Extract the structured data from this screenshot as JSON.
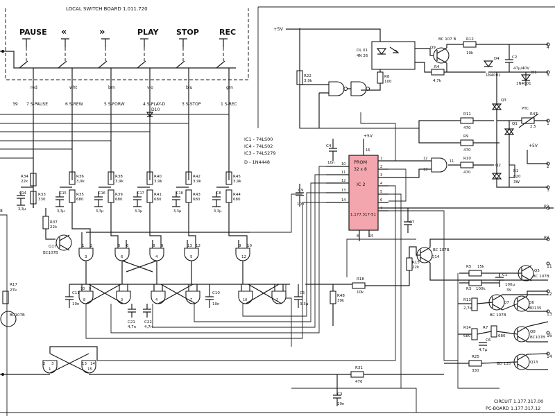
{
  "switch_board": {
    "title": "LOCAL SWITCH BOARD 1.011.720",
    "buttons": [
      "PAUSE",
      "«",
      "»",
      "PLAY",
      "STOP",
      "REC"
    ],
    "wire_colors": [
      "red",
      "wht",
      "brn",
      "vio",
      "blu",
      "grn"
    ],
    "signals": [
      "7 S-PAUSE",
      "6 S-REW",
      "5 S-FORW",
      "4 S-PLAY-D",
      "3 S-STOP",
      "1 S-REC"
    ],
    "pin_39": "39"
  },
  "supply": {
    "plus5v_top": "+5V",
    "plus5v_prom": "+5V",
    "plus5v_right": "+5V"
  },
  "prom": {
    "title": "PROM",
    "size": "32 x 8",
    "ic": "IC 2",
    "part": "1.177.317-51",
    "pins_left": [
      "10",
      "11",
      "12",
      "13",
      "14"
    ],
    "pins_right": [
      "1",
      "2",
      "3",
      "4",
      "5",
      "6",
      "7"
    ],
    "pin_bottom": [
      "8",
      "15"
    ],
    "pin_top": "16"
  },
  "ic_notes": [
    "IC1 - 74LS00",
    "IC4 - 74LS02",
    "IC3 - 74LS279",
    "D - 1N4448"
  ],
  "components": {
    "dl01": [
      "DL 01",
      "4N 26"
    ],
    "q9": [
      "Q9",
      "BC 107 B"
    ],
    "r12": [
      "R12",
      "10k"
    ],
    "r4": [
      "R4",
      "4,7k"
    ],
    "d4": "D4",
    "d2": "1N4001",
    "c2": [
      "C2",
      "47µ/40V"
    ],
    "d1": [
      "D1",
      "1N4001"
    ],
    "r22": [
      "R22",
      "3,9k"
    ],
    "r8": [
      "R8",
      "100"
    ],
    "r11": [
      "R11",
      "470"
    ],
    "r9": [
      "R9",
      "470"
    ],
    "r10": [
      "R10",
      "470"
    ],
    "ptc": [
      "PTC",
      "R47",
      "2,5"
    ],
    "q3": "Q3",
    "q1": "Q1",
    "q2": "Q2",
    "r1": [
      "R1",
      "820",
      "3W"
    ],
    "c4": [
      "C4",
      "10n"
    ],
    "c9": [
      "C9",
      "10n"
    ],
    "c7": "C7",
    "r34": [
      "R34",
      "22k"
    ],
    "r33": [
      "R33",
      "330"
    ],
    "r36": [
      "R36",
      "3,9k"
    ],
    "r35": [
      "R35",
      "680"
    ],
    "r38": [
      "R38",
      "3,9k"
    ],
    "r39": [
      "R39",
      "680"
    ],
    "r40": [
      "R40",
      "3,9k"
    ],
    "r41": [
      "R41",
      "680"
    ],
    "r42": [
      "R42",
      "3,9k"
    ],
    "r43": [
      "R43",
      "680"
    ],
    "r45": [
      "R45",
      "3,9k"
    ],
    "r44": [
      "R44",
      "680"
    ],
    "c14": [
      "C14",
      "3,3µ"
    ],
    "c15": [
      "C15",
      "3,3µ"
    ],
    "c16": [
      "C16",
      "3,3µ"
    ],
    "c17": [
      "C17",
      "3,3µ"
    ],
    "c18": [
      "C18",
      "3,3µ"
    ],
    "c8": [
      "C8",
      "3,3µ"
    ],
    "r37": [
      "R37",
      "22k"
    ],
    "q17": [
      "Q17",
      "BC107B"
    ],
    "d10": "D10",
    "c11": [
      "C11",
      "10n"
    ],
    "c10": [
      "C10",
      "10n"
    ],
    "c21": [
      "C21",
      "4,7n"
    ],
    "c22": [
      "C22",
      "4,7n"
    ],
    "c5": [
      "C5",
      "3,3µ"
    ],
    "r18": [
      "R18",
      "10k"
    ],
    "r48": [
      "R48",
      "39k"
    ],
    "q14": [
      "Q14",
      "BC 107B"
    ],
    "r15": [
      "R15",
      "22k"
    ],
    "r5": [
      "R5",
      "15k"
    ],
    "r3": [
      "R3",
      "100k"
    ],
    "c1": [
      "C1",
      "100µ",
      "3V"
    ],
    "q5": [
      "Q5",
      "BC 107B"
    ],
    "r13": [
      "R13",
      "2,7k"
    ],
    "q7": [
      "Q7",
      "BC 107B"
    ],
    "q6": [
      "Q6",
      "BD135"
    ],
    "r14": [
      "R14",
      "680"
    ],
    "r7": [
      "R7",
      "680"
    ],
    "c6": [
      "C6",
      "4,7µ"
    ],
    "q8": [
      "Q8",
      "BC107B"
    ],
    "r25": [
      "R25",
      "330"
    ],
    "q13": [
      "Q13",
      "BD 135"
    ],
    "r17": [
      "R17",
      "27k"
    ],
    "q10": "BC107B",
    "r31": [
      "R31",
      "470"
    ],
    "c3": [
      "C3",
      "10n"
    ]
  },
  "gate_pins": {
    "top_row": [
      "1",
      "2",
      "3",
      "5",
      "6",
      "4",
      "8",
      "9",
      "10",
      "13",
      "12",
      "11",
      "9",
      "8",
      "10"
    ],
    "ff_row": [
      "10",
      "9",
      "8",
      "1",
      "3",
      "2",
      "5",
      "6",
      "4",
      "7",
      "12",
      "11",
      "10",
      "1",
      "3",
      "2"
    ],
    "bottom": [
      "2",
      "3",
      "1",
      "14",
      "13",
      "15",
      "11",
      "12"
    ],
    "top_gates": [
      "3",
      "6",
      "4",
      "5",
      "12",
      "11"
    ]
  },
  "terminals": {
    "right": [
      "4",
      "5",
      "1",
      "2",
      "3",
      "P2",
      "P3",
      "11",
      "12",
      "13",
      "16",
      "14"
    ],
    "left": "8"
  },
  "footer": {
    "circuit": "CIRCUIT 1.177.317.00",
    "pcboard": "PC-BOARD 1.177.317.12"
  }
}
